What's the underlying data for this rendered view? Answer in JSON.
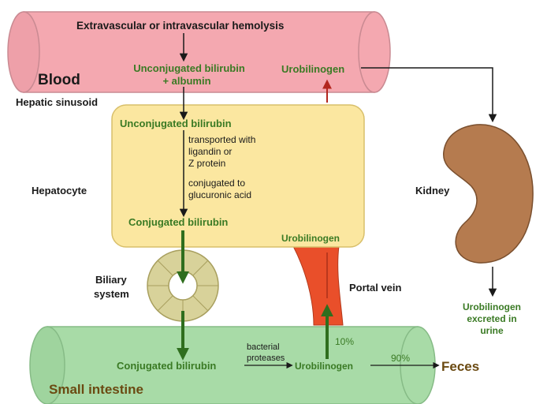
{
  "colors": {
    "blood_vessel": "#f4a8b0",
    "hepatocyte": "#fbe7a0",
    "intestine": "#a8dba7",
    "kidney": "#b57b4f",
    "portal_vein": "#e94f2a",
    "biliary": "#d8d29a",
    "green_arrow": "#2f6e1e",
    "text_green": "#3a7a24",
    "text_brown": "#6b4a12"
  },
  "labels": {
    "hemolysis": "Extravascular or intravascular hemolysis",
    "unconj_albumin_1": "Unconjugated bilirubin",
    "unconj_albumin_2": "+ albumin",
    "blood": "Blood",
    "urobilinogen_blood": "Urobilinogen",
    "hepatic_sinusoid": "Hepatic sinusoid",
    "unconj_hepatocyte": "Unconjugated bilirubin",
    "transported_1": "transported with",
    "transported_2": "ligandin or",
    "transported_3": "Z protein",
    "conjugated_to_1": "conjugated to",
    "conjugated_to_2": "glucuronic acid",
    "hepatocyte": "Hepatocyte",
    "conj_hepatocyte": "Conjugated bilirubin",
    "urobilinogen_hepatocyte": "Urobilinogen",
    "kidney": "Kidney",
    "biliary_1": "Biliary",
    "biliary_2": "system",
    "portal_vein": "Portal vein",
    "urine_1": "Urobilinogen",
    "urine_2": "excreted in",
    "urine_3": "urine",
    "pct_10": "10%",
    "pct_90": "90%",
    "bacterial_1": "bacterial",
    "bacterial_2": "proteases",
    "conj_intestine": "Conjugated bilirubin",
    "urobilinogen_intestine": "Urobilinogen",
    "feces": "Feces",
    "small_intestine": "Small intestine"
  }
}
